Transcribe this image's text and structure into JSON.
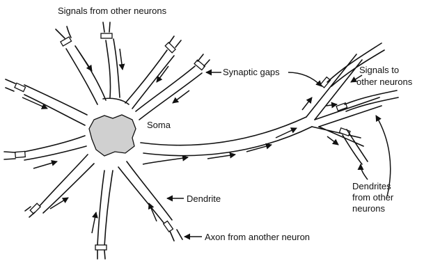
{
  "diagram": {
    "labels": {
      "signals_from_other_neurons": "Signals from other neurons",
      "synaptic_gaps": "Synaptic gaps",
      "signals_to": "Signals to",
      "other_neurons_1": "other neurons",
      "soma": "Soma",
      "dendrite": "Dendrite",
      "dendrites": "Dendrites",
      "from_other": "from other",
      "neurons": "neurons",
      "axon_from_another_neuron": "Axon from another neuron"
    },
    "colors": {
      "nucleus_fill": "#d0d0d0",
      "stroke": "#111111",
      "background": "#ffffff"
    }
  }
}
